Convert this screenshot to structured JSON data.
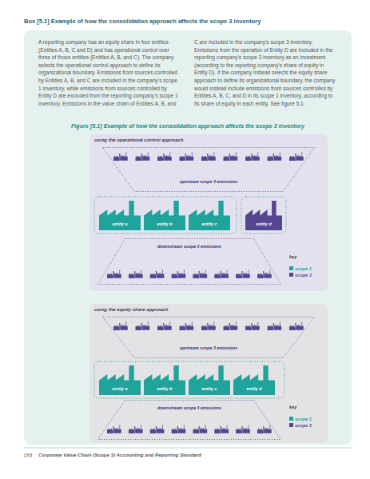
{
  "diagram": {
    "title": "Box [5.1] Example of how the consolidation approach affects the scope 3 inventory",
    "nodes": [
      {
        "text": [
          "using the operational control approach"
        ]
      },
      {
        "text": [
          "upstream scope 3 emissions"
        ],
        "in": 0
      },
      {
        "text": [
          "entity a"
        ],
        "in": 0
      },
      {
        "text": [
          "entity b"
        ],
        "in": 0
      },
      {
        "text": [
          "entity c"
        ],
        "in": 0
      },
      {
        "text": [
          "entity d"
        ],
        "in": 0
      },
      {
        "text": [
          "downstream scope 3 emissions"
        ],
        "in": 0
      },
      {
        "text": [
          "using the equity share approach"
        ]
      },
      {
        "text": [
          "upstream scope 3 emissions"
        ],
        "in": 7
      },
      {
        "text": [
          "entity a"
        ],
        "in": 7
      },
      {
        "text": [
          "entity b"
        ],
        "in": 7
      },
      {
        "text": [
          "entity c"
        ],
        "in": 7
      },
      {
        "text": [
          "entity d"
        ],
        "in": 7
      },
      {
        "text": [
          "downstream scope 3 emissions"
        ],
        "in": 7
      }
    ],
    "labels": [
      "A reporting company has an equity share in four entities (Entities A, B, C and D) and has operational control over three of those entities (Entities A, B, and C). The company selects the operational control approach to define its organizational boundary. Emissions from sources controlled by Entities A, B, and C are included in the company's scope 1 inventory, while emissions from sources controlled by Entity D are excluded from the reporting company's scope 1 inventory. Emissions in the value chain of Entities A, B, and C are included in the company's scope 3 inventory. Emissions from the operation of Entity D are included in the reporting company's scope 3 inventory as an investment (according to the reporting company's share of equity in Entity D). If the company instead selects the equity share approach to define its organizational boundary, the company would instead include emissions from sources controlled by Entities A, B, C, and D in its scope 1 inventory, according to its share of equity in each entity. See figure 5.1.",
      "Figure [5.1] Example of how the consolidation approach affects the scope 3 inventory",
      "key",
      "key",
      "[30]",
      "Corporate Value Chain (Scope 3) Accounting and Reporting Standard"
    ],
    "legend": [
      {
        "text": "scope 1",
        "color": "#1fa39b"
      },
      {
        "text": "scope 3",
        "color": "#55468f"
      },
      {
        "text": "scope 1",
        "color": "#1fa39b"
      },
      {
        "text": "scope 3",
        "color": "#55468f"
      }
    ]
  }
}
